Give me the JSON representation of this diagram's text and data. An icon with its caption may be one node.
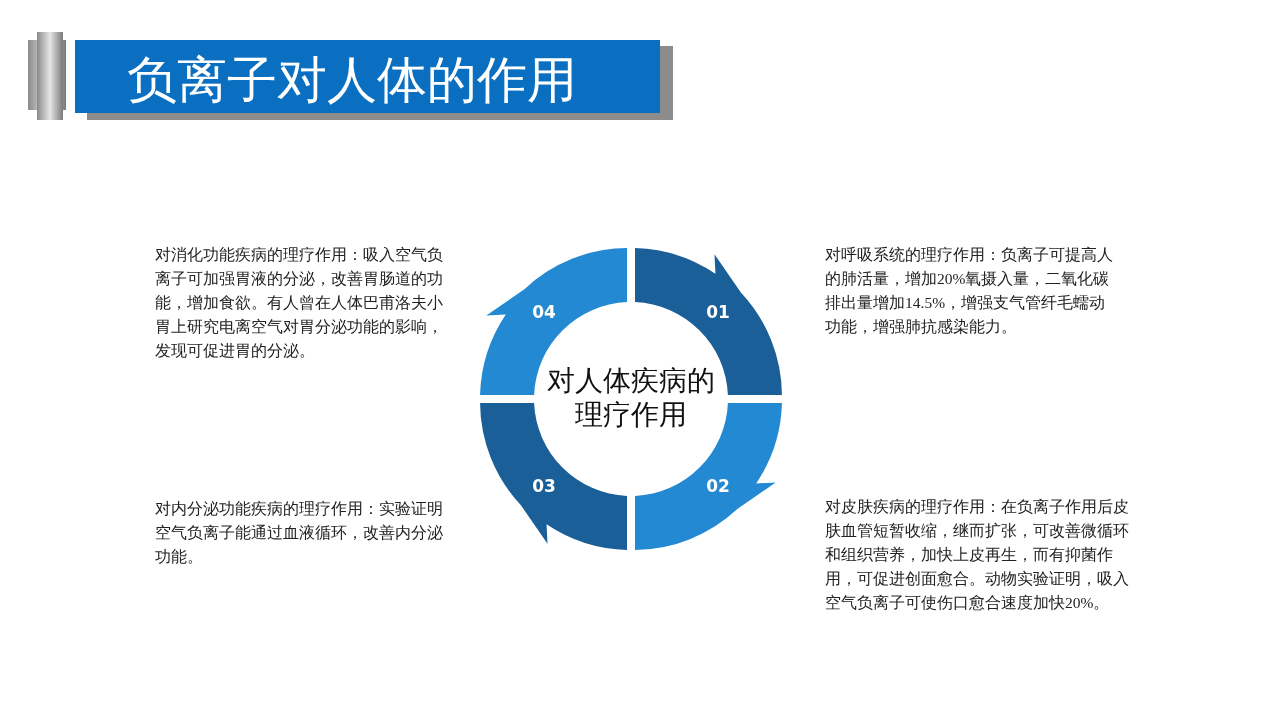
{
  "diagram": {
    "title": "负离子对人体的作用",
    "nodes": [
      {
        "text": [
          "01"
        ]
      },
      {
        "text": [
          "02"
        ]
      },
      {
        "text": [
          "03"
        ]
      },
      {
        "text": [
          "04"
        ]
      }
    ],
    "labels": [
      "对消化功能疾病的理疗作用：吸入空气负离子可加强胃液的分泌，改善胃肠道的功能，增加食欲。有人曾在人体巴甫洛夫小胃上研究电离空气对胃分泌功能的影响，发现可促进胃的分泌。",
      "对呼吸系统的理疗作用：负离子可提高人的肺活量，增加20%氧摄入量，二氧化碳排出量增加14.5%，增强支气管纤毛蠕动功能，增强肺抗感染能力。",
      "对人体疾病的理疗作用",
      "对内分泌功能疾病的理疗作用：实验证明空气负离子能通过血液循环，改善内分泌功能。",
      "对皮肤疾病的理疗作用：在负离子作用后皮肤血管短暂收缩，继而扩张，可改善微循环和组织营养，加快上皮再生，而有抑菌作用，可促进创面愈合。动物实验证明，吸入空气负离子可使伤口愈合速度加快20%。"
    ]
  }
}
